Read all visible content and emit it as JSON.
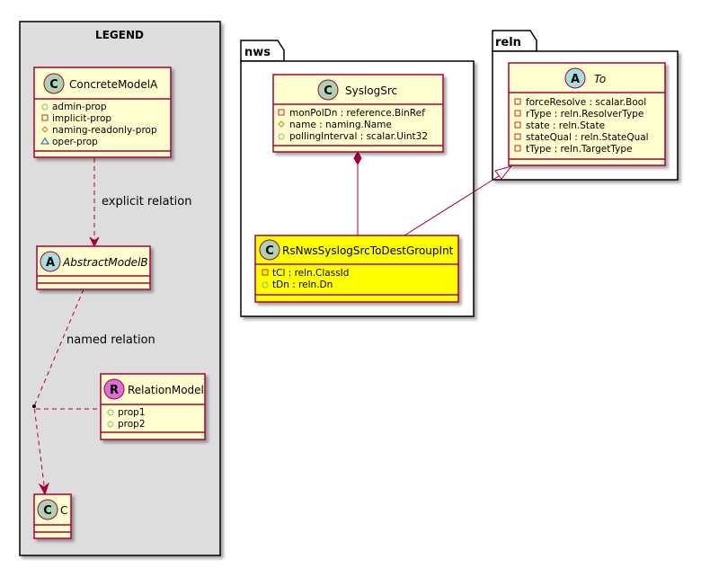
{
  "legend": {
    "title": "LEGEND",
    "concrete": {
      "stereo": "C",
      "name": "ConcreteModelA",
      "attrs": [
        {
          "vis": "public",
          "text": "admin-prop"
        },
        {
          "vis": "private",
          "text": "implicit-prop"
        },
        {
          "vis": "protected",
          "text": "naming-readonly-prop"
        },
        {
          "vis": "package",
          "text": "oper-prop"
        }
      ]
    },
    "abstract": {
      "stereo": "A",
      "name": "AbstractModelB"
    },
    "relation": {
      "stereo": "R",
      "name": "RelationModel",
      "attrs": [
        {
          "vis": "public",
          "text": "prop1"
        },
        {
          "vis": "public",
          "text": "prop2"
        }
      ]
    },
    "target": {
      "stereo": "C",
      "name": "C"
    },
    "explicit_label": "explicit relation",
    "named_label": "named relation"
  },
  "packages": {
    "nws": "nws",
    "reln": "reln"
  },
  "classes": {
    "syslog": {
      "stereo": "C",
      "name": "SyslogSrc",
      "attrs": [
        {
          "vis": "private",
          "text": "monPolDn : reference.BinRef"
        },
        {
          "vis": "protected",
          "text": "name : naming.Name"
        },
        {
          "vis": "public",
          "text": "pollingInterval : scalar.Uint32"
        }
      ]
    },
    "rs": {
      "stereo": "C",
      "name": "RsNwsSyslogSrcToDestGroupInt",
      "attrs": [
        {
          "vis": "private",
          "text": "tCl : reln.ClassId"
        },
        {
          "vis": "public",
          "text": "tDn : reln.Dn"
        }
      ]
    },
    "to": {
      "stereo": "A",
      "name": "To",
      "attrs": [
        {
          "vis": "private",
          "text": "forceResolve : scalar.Bool"
        },
        {
          "vis": "private",
          "text": "rType : reln.ResolverType"
        },
        {
          "vis": "private",
          "text": "state : reln.State"
        },
        {
          "vis": "private",
          "text": "stateQual : reln.StateQual"
        },
        {
          "vis": "private",
          "text": "tType : reln.TargetType"
        }
      ]
    }
  },
  "colors": {
    "class_fill": "#FEFECE",
    "class_border": "#A80036",
    "highlight_fill": "#FFFF00",
    "legend_bg": "#DDDDDD",
    "circle_c": "#ADD1B2",
    "circle_a": "#A9DCDF",
    "circle_r": "#DA70D6",
    "public_vis": "#84BE84",
    "private_vis": "#C82930",
    "protected_vis": "#B38D22",
    "package_vis": "#1963A0"
  }
}
